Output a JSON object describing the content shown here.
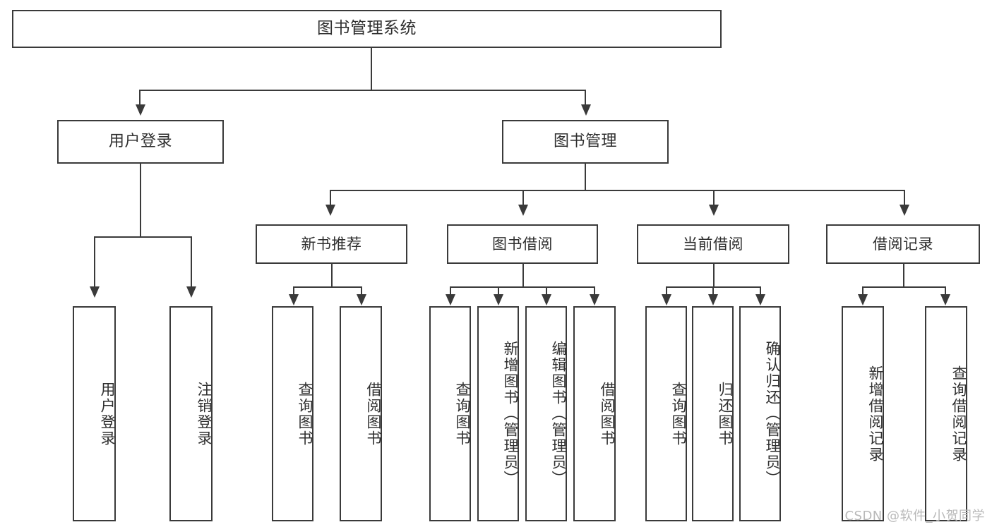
{
  "diagram": {
    "type": "tree",
    "title": "图书管理系统",
    "watermark": "CSDN @软件_小贺同学",
    "root": {
      "id": "root",
      "label": "图书管理系统"
    },
    "level2": [
      {
        "id": "user-login",
        "label": "用户登录"
      },
      {
        "id": "book-management",
        "label": "图书管理"
      }
    ],
    "level3": [
      {
        "id": "new-book-recommend",
        "label": "新书推荐",
        "parent": "book-management"
      },
      {
        "id": "book-borrow",
        "label": "图书借阅",
        "parent": "book-management"
      },
      {
        "id": "current-borrow",
        "label": "当前借阅",
        "parent": "book-management"
      },
      {
        "id": "borrow-record",
        "label": "借阅记录",
        "parent": "book-management"
      }
    ],
    "leaves": [
      {
        "id": "leaf-user-login",
        "label": "用户登录",
        "parent": "user-login"
      },
      {
        "id": "leaf-logout-login",
        "label": "注销登录",
        "parent": "user-login"
      },
      {
        "id": "leaf-query-book-1",
        "label": "查询图书",
        "parent": "new-book-recommend"
      },
      {
        "id": "leaf-borrow-book-1",
        "label": "借阅图书",
        "parent": "new-book-recommend"
      },
      {
        "id": "leaf-query-book-2",
        "label": "查询图书",
        "parent": "book-borrow"
      },
      {
        "id": "leaf-add-book",
        "label": "新增图书（管理员）",
        "parent": "book-borrow"
      },
      {
        "id": "leaf-edit-book",
        "label": "编辑图书（管理员）",
        "parent": "book-borrow"
      },
      {
        "id": "leaf-borrow-book-2",
        "label": "借阅图书",
        "parent": "book-borrow"
      },
      {
        "id": "leaf-query-book-3",
        "label": "查询图书",
        "parent": "current-borrow"
      },
      {
        "id": "leaf-return-book",
        "label": "归还图书",
        "parent": "current-borrow"
      },
      {
        "id": "leaf-confirm-return",
        "label": "确认归还（管理员）",
        "parent": "current-borrow"
      },
      {
        "id": "leaf-add-record",
        "label": "新增借阅记录",
        "parent": "borrow-record"
      },
      {
        "id": "leaf-query-record",
        "label": "查询借阅记录",
        "parent": "borrow-record"
      }
    ],
    "colors": {
      "background": "#ffffff",
      "box_fill": "#ffffff",
      "box_border": "#3a3a3a",
      "text": "#2f2f2f",
      "connector": "#3a3a3a",
      "watermark": "#b9b9b9"
    }
  }
}
